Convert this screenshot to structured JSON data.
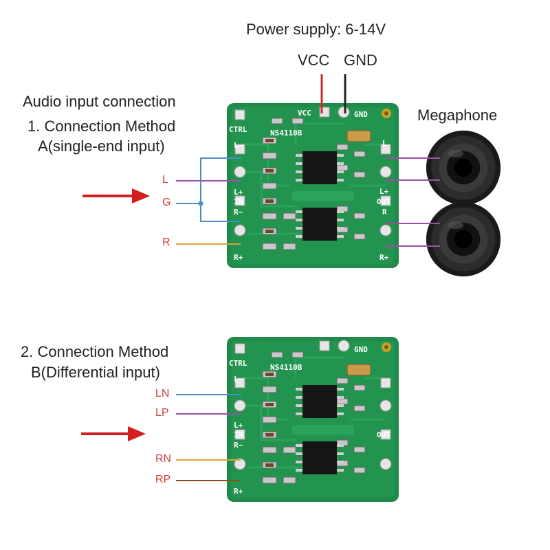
{
  "power": {
    "title": "Power supply: 6-14V",
    "vcc": "VCC",
    "gnd": "GND"
  },
  "method_a": {
    "heading": "Audio input connection",
    "line1": "1. Connection Method",
    "line2": "A(single-end input)",
    "pins": [
      "L",
      "G",
      "R"
    ]
  },
  "speaker_label": "Megaphone",
  "method_b": {
    "line1": "2. Connection Method",
    "line2": "B(Differential input)",
    "pins": [
      "LN",
      "LP",
      "RN",
      "RP"
    ]
  },
  "board": {
    "chip": "NS4110B",
    "ctrl": "CTRL",
    "vcc": "VCC",
    "gnd": "GND",
    "l_minus": "L−",
    "l_plus": "L+",
    "in": "IN",
    "r_minus": "R−",
    "r_plus": "R+",
    "out_l": "L",
    "out_lp": "L+",
    "out": "OUT",
    "out_r": "R",
    "out_rp": "R+"
  },
  "colors": {
    "board": "#1f8a4a",
    "wire_blue": "#4a8fc9",
    "wire_purple": "#9b4ea6",
    "wire_orange": "#e0a040",
    "wire_brown": "#8b4a1f",
    "arrow": "#d21e1e",
    "vcc_wire": "#cc2b2b",
    "label_red": "#d23b3b"
  }
}
